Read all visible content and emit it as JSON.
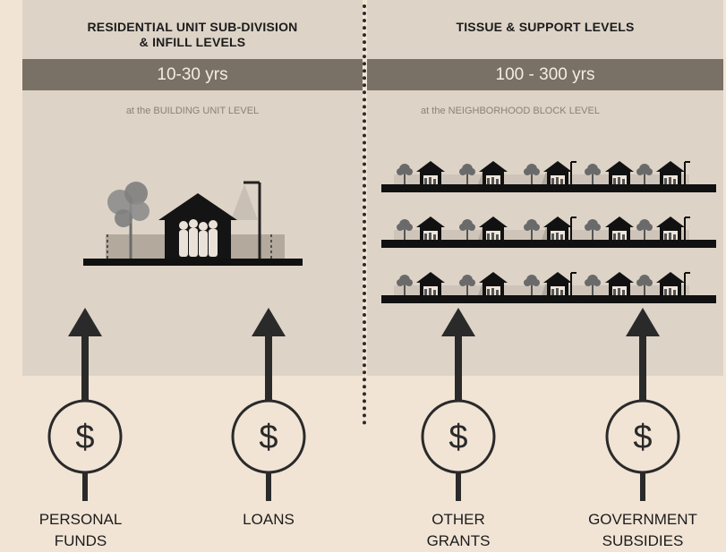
{
  "left": {
    "title": "RESIDENTIAL UNIT SUB-DIVISION\n& INFILL LEVELS",
    "timespan": "10-30 yrs",
    "sublabel": "at the  BUILDING UNIT LEVEL"
  },
  "right": {
    "title": "TISSUE & SUPPORT LEVELS",
    "timespan": "100 - 300 yrs",
    "sublabel": "at the NEIGHBORHOOD BLOCK LEVEL"
  },
  "currency_symbol": "$",
  "funding_sources": [
    {
      "label": "PERSONAL\nFUNDS"
    },
    {
      "label": "LOANS"
    },
    {
      "label": "OTHER\nGRANTS"
    },
    {
      "label": "GOVERNMENT\nSUBSIDIES"
    }
  ],
  "colors": {
    "background": "#f1e4d5",
    "panel": "#ddd3c7",
    "band": "#7a7166",
    "ink": "#1c1c1c"
  }
}
